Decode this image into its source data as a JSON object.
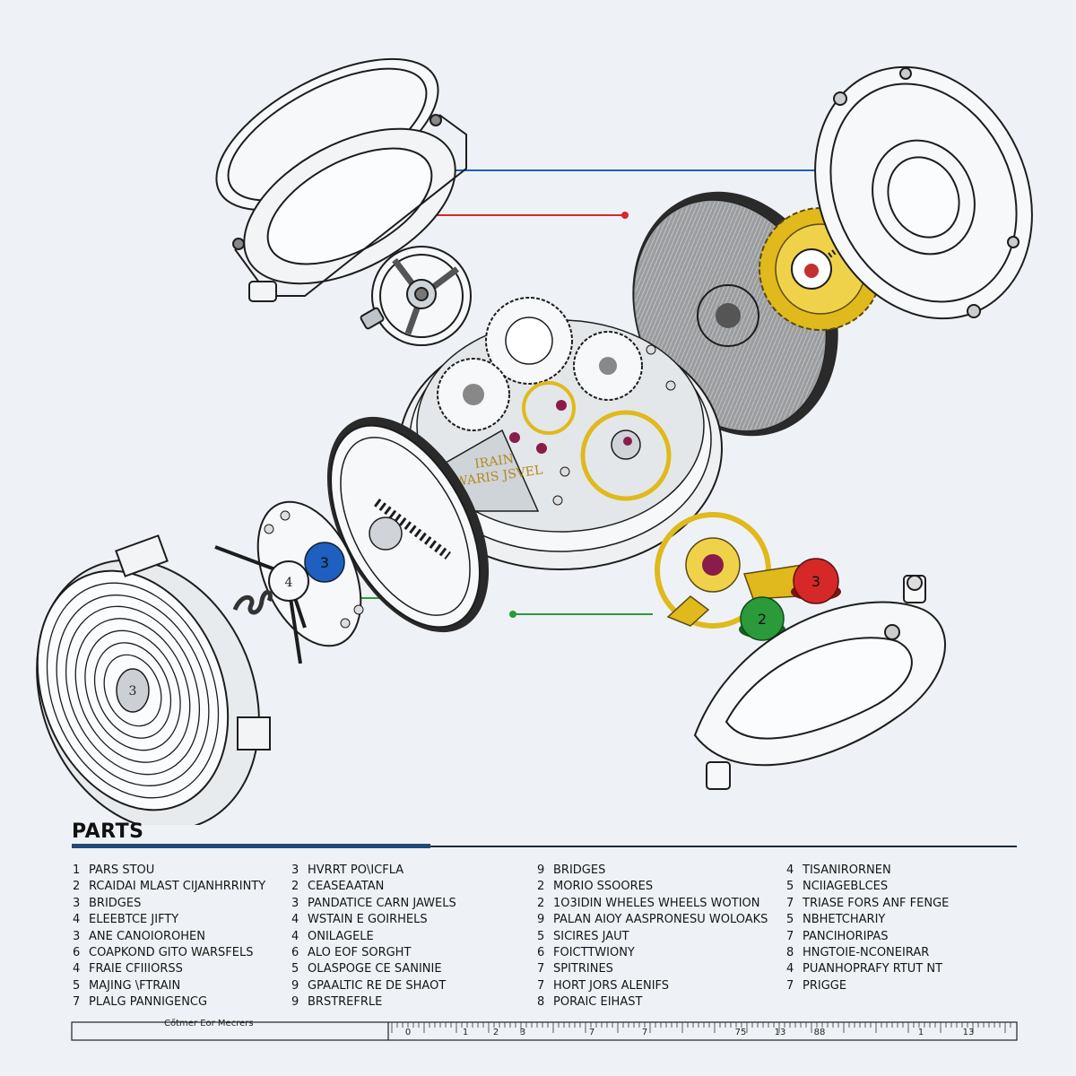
{
  "colors": {
    "line": "#1d1d1d",
    "blue": "#1f5fbf",
    "red": "#d62828",
    "green": "#2a9a3a",
    "gold": "#e0b91c",
    "jewel": "#8a1c4a",
    "title_rule": "#1f4a7a"
  },
  "diagram": {
    "callouts": [
      {
        "label": "3",
        "color": "#1f5fbf",
        "shape": "balance-wheel-marker"
      },
      {
        "label": "3",
        "color": "#d62828",
        "shape": "button"
      },
      {
        "label": "2",
        "color": "#2a9a3a",
        "shape": "button"
      }
    ],
    "part_numbers": [
      "4",
      "3"
    ],
    "movement_engraving": {
      "line1": "IRAIN",
      "line2": "WARIS JSVEL"
    }
  },
  "parts": {
    "title": "PARTS",
    "columns": [
      [
        {
          "n": "1",
          "text": "PARS STOU"
        },
        {
          "n": "2",
          "text": "RCAIDAI MLAST CIJANHRRINTY"
        },
        {
          "n": "3",
          "text": "BRIDGES"
        },
        {
          "n": "4",
          "text": "ELEEBTCE JIFTY"
        },
        {
          "n": "3",
          "text": "ANE CANOIOROHEN"
        },
        {
          "n": "6",
          "text": "COAPKOND GITO WARSFELS"
        },
        {
          "n": "4",
          "text": "FRAIE CFIIIORSS"
        },
        {
          "n": "5",
          "text": "MAJING \\FTRAIN"
        },
        {
          "n": "7",
          "text": "PLALG PANNIGENCG"
        }
      ],
      [
        {
          "n": "3",
          "text": "HVRRT PO\\ICFLA"
        },
        {
          "n": "2",
          "text": "CEASEAATAN"
        },
        {
          "n": "3",
          "text": "PANDATICE CARN JAWELS"
        },
        {
          "n": "4",
          "text": "WSTAIN E GOIRHELS"
        },
        {
          "n": "4",
          "text": "ONILAGELE"
        },
        {
          "n": "6",
          "text": "ALO EOF SORGHT"
        },
        {
          "n": "5",
          "text": "OLASPOGE CE SANINIE"
        },
        {
          "n": "9",
          "text": "GPAALTIC RE DE SHAOT"
        },
        {
          "n": "9",
          "text": "BRSTREFRLE"
        }
      ],
      [
        {
          "n": "9",
          "text": "BRIDGES"
        },
        {
          "n": "2",
          "text": "MORIO SSOORES"
        },
        {
          "n": "2",
          "text": "1O3IDIN WHELES WHEELS WOTION"
        },
        {
          "n": "9",
          "text": "PALAN AIOY AASPRONESU WOLOAKS"
        },
        {
          "n": "5",
          "text": "SICIRES JAUT"
        },
        {
          "n": "6",
          "text": "FOICTTWIONY"
        },
        {
          "n": "7",
          "text": "SPITRINES"
        },
        {
          "n": "7",
          "text": "HORT JORS ALENIFS"
        },
        {
          "n": "8",
          "text": "PORAIC EIHAST"
        }
      ],
      [
        {
          "n": "4",
          "text": "TISANIRORNEN"
        },
        {
          "n": "5",
          "text": "NCIIAGEBLCES"
        },
        {
          "n": "7",
          "text": "TRIASE FORS ANF FENGE"
        },
        {
          "n": "5",
          "text": "NBHETCHARIY"
        },
        {
          "n": "7",
          "text": "PANCIHORIPAS"
        },
        {
          "n": "8",
          "text": "HNGTOIE-NCONEIRAR"
        },
        {
          "n": "4",
          "text": "PUANHOPRAFY RTUT NT"
        },
        {
          "n": "7",
          "text": "PRIGGE"
        }
      ]
    ]
  },
  "scale": {
    "caption": "Cőtmer  Eor  Mecrers",
    "labels": [
      "0",
      "1",
      "2",
      "3",
      "7",
      "7",
      "75",
      "13",
      "88",
      "1",
      "13"
    ]
  }
}
